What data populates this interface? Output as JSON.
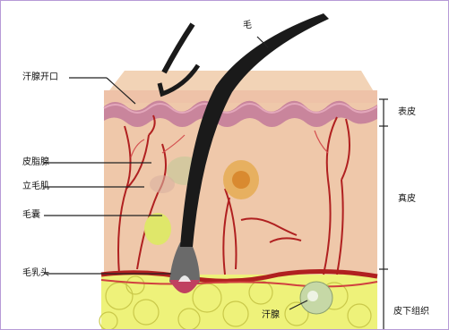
{
  "labels": {
    "hair": "毛",
    "sweat_pore": "汗腺开口",
    "epidermis": "表皮",
    "dermis": "真皮",
    "subcutaneous": "皮下组织",
    "sebaceous_gland": "皮脂腺",
    "arrector_pili": "立毛肌",
    "hair_follicle": "毛囊",
    "hair_papilla": "毛乳头",
    "sweat_gland": "汗腺"
  },
  "colors": {
    "frame_border": "#b79ad6",
    "epidermis_top": "#f2d3b6",
    "epidermis_basal": "#c9859c",
    "dermis": "#efc8aa",
    "fat": "#eef27a",
    "vessel": "#b02020",
    "hair": "#1a1a1a"
  }
}
